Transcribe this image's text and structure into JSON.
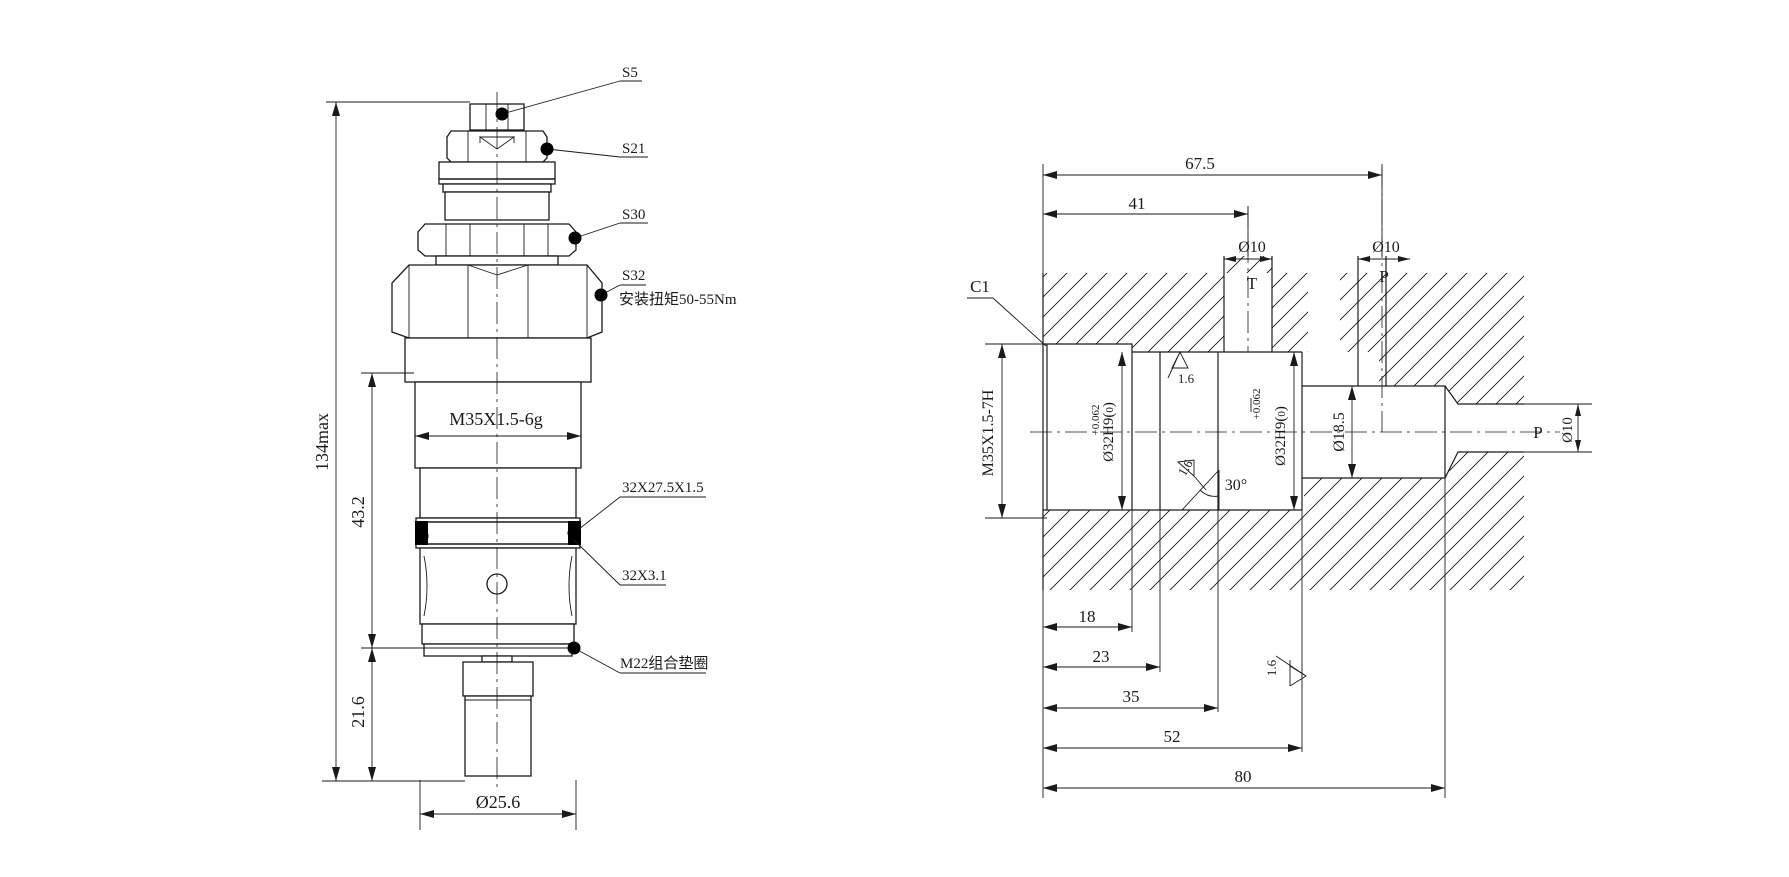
{
  "valve_view": {
    "labels": {
      "s5": "S5",
      "s21": "S21",
      "s30": "S30",
      "s32": "S32",
      "torque": "安装扭矩50-55Nm",
      "oring_upper": "32X27.5X1.5",
      "oring_lower": "32X3.1",
      "washer": "M22组合垫圈"
    },
    "dims": {
      "overall": "134max",
      "upper": "43.2",
      "lower": "21.6",
      "diameter": "Ø25.6",
      "thread": "M35X1.5-6g"
    }
  },
  "cavity_view": {
    "dims": {
      "d67_5": "67.5",
      "d41": "41",
      "d18": "18",
      "d23": "23",
      "d35": "35",
      "d52": "52",
      "d80": "80",
      "port_t_dia": "Ø10",
      "port_p_dia": "Ø10",
      "bore_18_5": "Ø18.5",
      "p_dia": "Ø10",
      "thread": "M35X1.5-7H",
      "bore1": "Ø32H9(",
      "bore1_tol_upper": "+0.062",
      "bore1_tol_lower": "0",
      "bore1_close": ")",
      "bore2": "Ø32H9(",
      "bore2_tol_upper": "+0.062",
      "bore2_tol_lower": "0",
      "bore2_close": ")",
      "angle": "30°",
      "chamfer": "C1"
    },
    "ports": {
      "t": "T",
      "p_top": "P",
      "p_side": "P"
    },
    "roughness": {
      "r1": "1.6",
      "r2": "1.6",
      "r3": "1.6"
    }
  }
}
